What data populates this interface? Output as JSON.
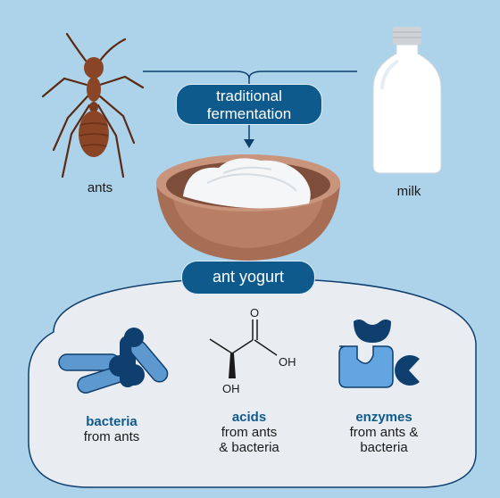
{
  "diagram": {
    "process_label_line1": "traditional",
    "process_label_line2": "fermentation",
    "ingredients": [
      {
        "label": "ants",
        "icon": "ant-icon"
      },
      {
        "label": "milk",
        "icon": "milk-bottle-icon"
      }
    ],
    "product_label": "ant yogurt",
    "components": [
      {
        "title": "bacteria",
        "desc_line1": "from ants",
        "desc_line2": ""
      },
      {
        "title": "acids",
        "desc_line1": "from ants",
        "desc_line2": "& bacteria"
      },
      {
        "title": "enzymes",
        "desc_line1": "from ants &",
        "desc_line2": "bacteria"
      }
    ],
    "molecule_labels": {
      "o": "O",
      "oh_right": "OH",
      "oh_bottom": "OH"
    }
  },
  "colors": {
    "background": "#add3ea",
    "pill": "#0f5a8c",
    "panel": "#e9edf1",
    "bowl": "#a86e55",
    "ant": "#8a4526",
    "bacteria_dark": "#0f3f6e",
    "bacteria_light": "#5d98cf",
    "enzyme_light": "#62a5e0"
  }
}
